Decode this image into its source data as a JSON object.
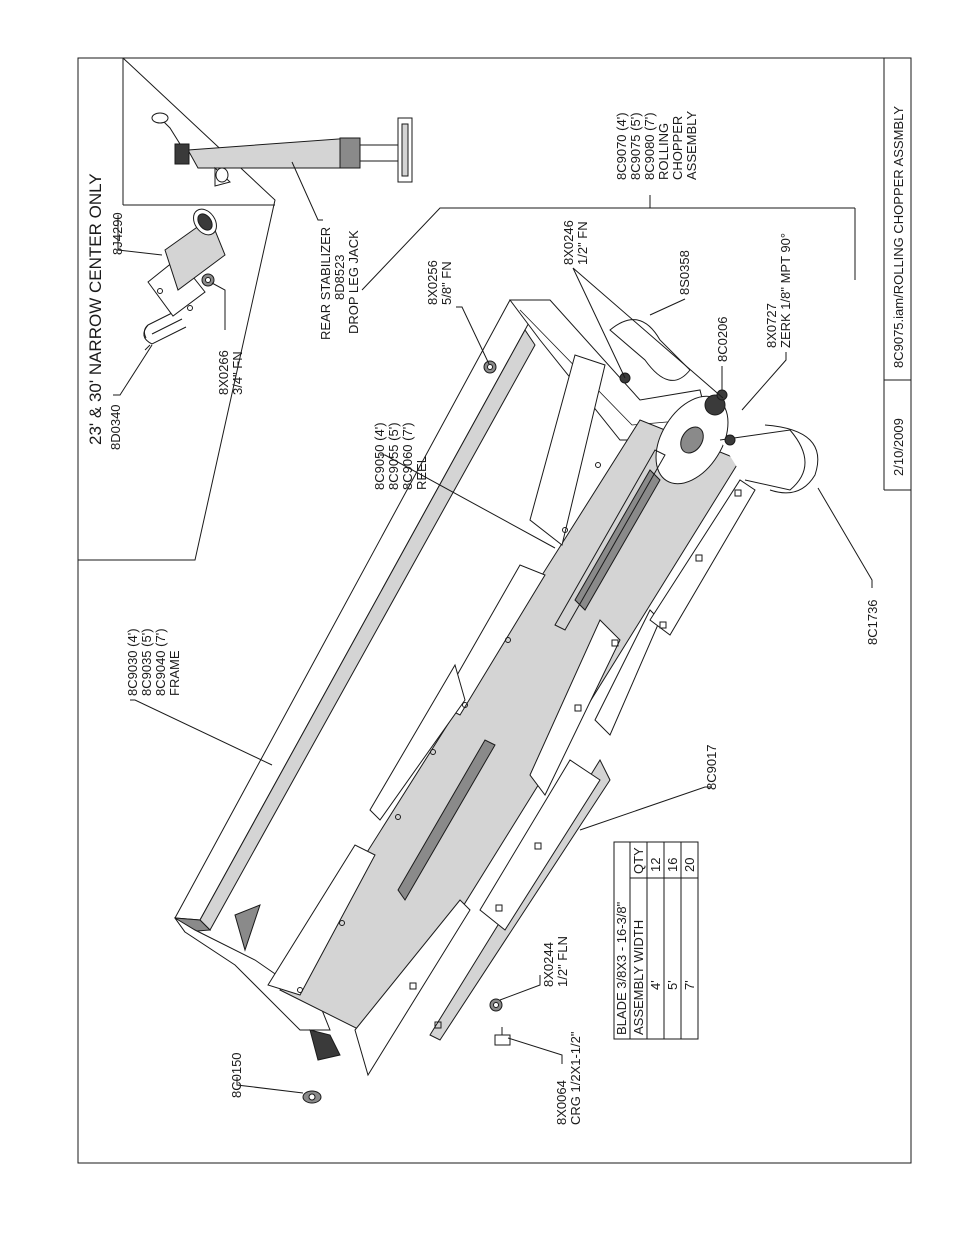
{
  "title_block": {
    "date": "2/10/2009",
    "file_title": "8C9075.iam/ROLLING CHOPPER ASSMBLY"
  },
  "inset": {
    "heading": "23' & 30' NARROW CENTER ONLY"
  },
  "callouts": {
    "c_8d0340": "8D0340",
    "c_8j4290": "8J4290",
    "c_8x0266": [
      "8X0266",
      "3/4\" FN"
    ],
    "c_stabilizer": [
      "REAR STABILIZER",
      "8D8523",
      "DROP LEG JACK"
    ],
    "c_assembly": [
      "8C9070 (4')",
      "8C9075 (5')",
      "8C9080 (7')",
      "ROLLING",
      "CHOPPER",
      "ASSEMBLY"
    ],
    "c_8x0256": [
      "8X0256",
      "5/8\" FN"
    ],
    "c_8x0246": [
      "8X0246",
      "1/2\" FN"
    ],
    "c_8s0358": "8S0358",
    "c_8c0206": "8C0206",
    "c_8x0727": [
      "8X0727",
      "ZERK 1/8\" MPT 90°"
    ],
    "c_reel": [
      "8C9050 (4')",
      "8C9055 (5')",
      "8C9060 (7')",
      "REEL"
    ],
    "c_frame": [
      "8C9030 (4')",
      "8C9035 (5')",
      "8C9040 (7')",
      "FRAME"
    ],
    "c_8c1736": "8C1736",
    "c_8c9017": "8C9017",
    "c_8c0150": "8C0150",
    "c_8x0244": [
      "8X0244",
      "1/2\" FLN"
    ],
    "c_8x0064": [
      "8X0064",
      "CRG 1/2X1-1/2\""
    ]
  },
  "blade_table": {
    "title": "BLADE 3/8X3 - 16-3/8\"",
    "col_width": "ASSEMBLY WIDTH",
    "col_qty": "QTY",
    "rows": [
      {
        "width": "4'",
        "qty": "12"
      },
      {
        "width": "5'",
        "qty": "16"
      },
      {
        "width": "7'",
        "qty": "20"
      }
    ]
  },
  "icons": [
    "rolling-chopper-drawing",
    "drop-leg-jack-drawing",
    "center-mount-drawing"
  ]
}
